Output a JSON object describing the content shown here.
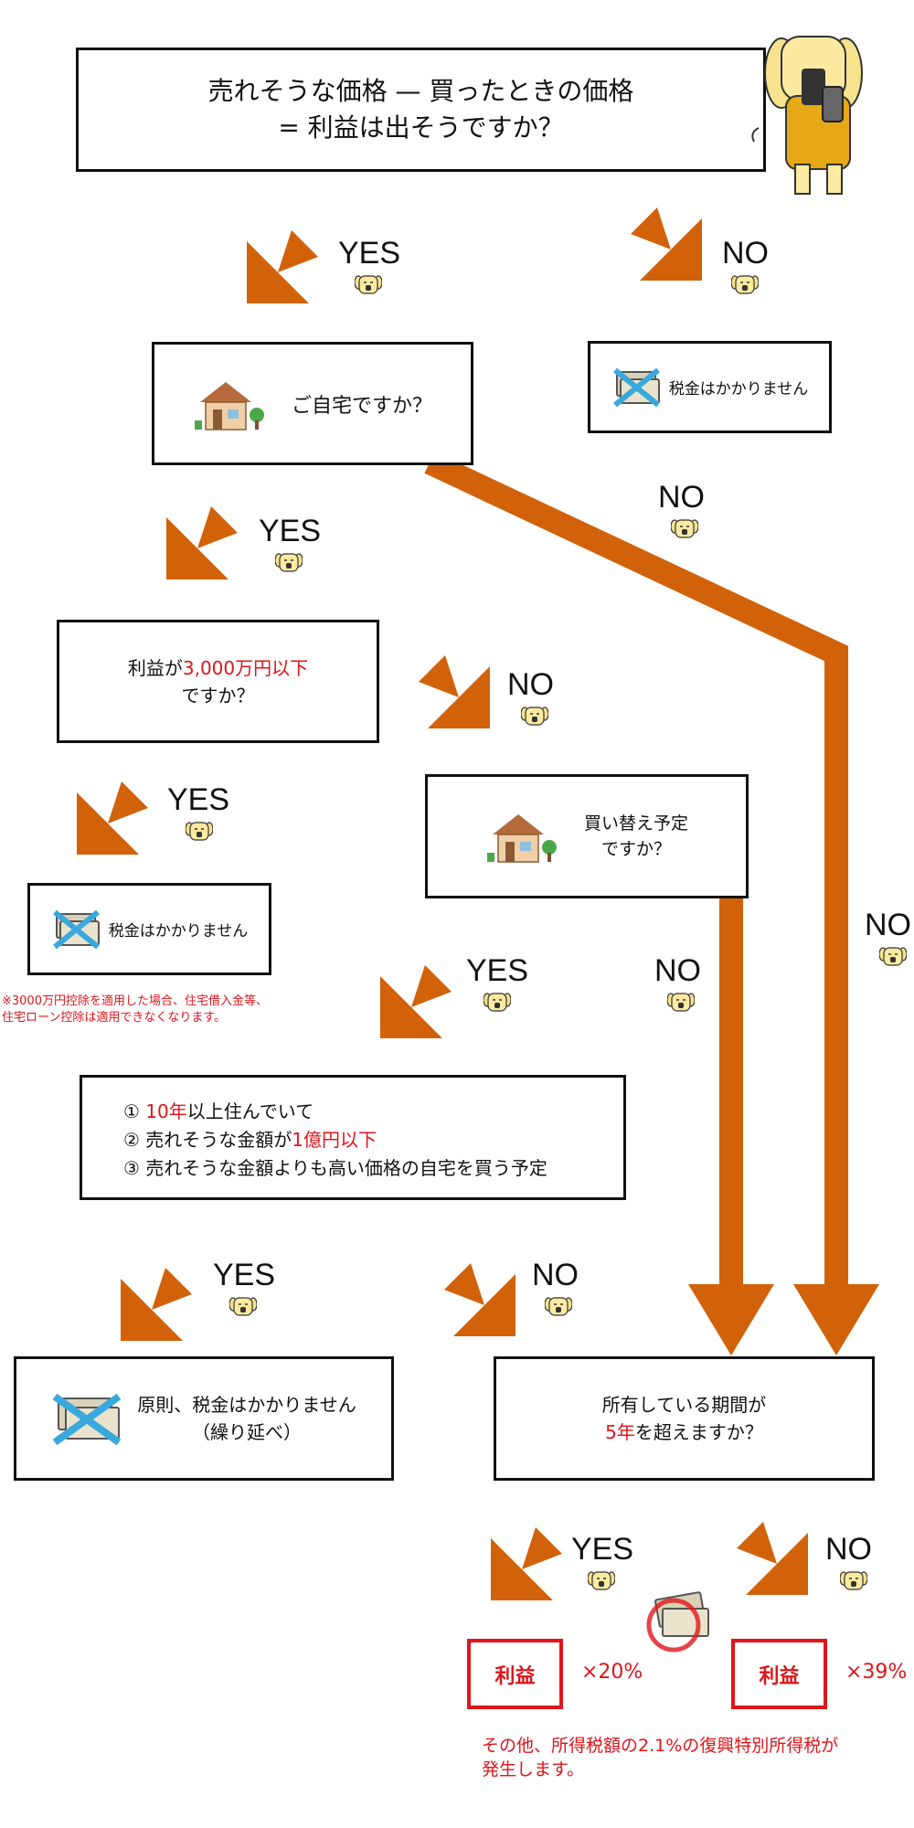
{
  "colors": {
    "arrow": "#d1620a",
    "accent_red": "#e0151b",
    "border": "#111111"
  },
  "header": {
    "line1": "売れそうな価格 — 買ったときの価格",
    "line2": "= 利益は出そうですか？"
  },
  "labels": {
    "yes": "YES",
    "no": "NO"
  },
  "boxes": {
    "no_tax_top": "税金はかかりません",
    "home": "ご自宅ですか？",
    "profit_pre": "利益が",
    "profit_red": "3,000万円以下",
    "profit_post": "ですか？",
    "replace_line1": "買い替え予定",
    "replace_line2": "ですか？",
    "no_tax_mid": "税金はかかりません",
    "cond1_pre": "① ",
    "cond1_red": "10年",
    "cond1_post": "以上住んでいて",
    "cond2_pre": "② 売れそうな金額が",
    "cond2_red": "1億円以下",
    "cond3": "③ 売れそうな金額よりも高い価格の自宅を買う予定",
    "deferred_line1": "原則、税金はかかりません",
    "deferred_line2": "（繰り延べ）",
    "period_line1": "所有している期間が",
    "period_red": "5年",
    "period_post": "を超えますか？"
  },
  "notes": {
    "deduction_line1": "※3000万円控除を適用した場合、住宅借入金等、",
    "deduction_line2": "住宅ローン控除は適用できなくなります。",
    "surtax_line1": "その他、所得税額の2.1%の復興特別所得税が",
    "surtax_line2": "発生します。"
  },
  "results": {
    "profit_label": "利益",
    "rate_long": "×20%",
    "rate_short": "×39%"
  },
  "icons": {
    "mascot": "dog-mascot-with-phone",
    "face": "dog-face-icon",
    "house": "house-icon",
    "money_crossed": "crossed-money-icon",
    "money_circle": "money-circle-icon"
  }
}
